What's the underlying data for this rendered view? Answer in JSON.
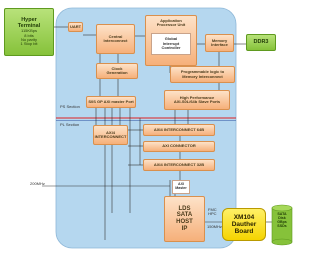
{
  "hyper_terminal": {
    "title": "Hyper\nTerminal",
    "details": "115KBps\n8 bits\nNo parity\n1 Stop bit"
  },
  "blocks": {
    "uart": "UART",
    "central_interconnect": "Central\nInterconnect",
    "application_processor": "Application\nProcessor Unit",
    "global_interrupt": "Global\nInterrupt\nController",
    "memory_interface": "Memory\nInterface",
    "ddr3": "DDR3",
    "clock_generation": "Clock\nGeneration",
    "prog_logic_mem": "Programmable logic to\nMemory Interconnect",
    "gp_master": "S0S GP AXI master Port",
    "high_perf": "High Performance\nAXI-S0L/64b Slave Ports",
    "axi4_interconnect_left": "AXI4\nINTERCONNECT",
    "axi4_interconnect_64": "AXI4 INTERCONNECT 64B",
    "axi_connector": "AXI CONNECTOR",
    "axi4_interconnect_32": "AXI4 INTERCONNECT 32B",
    "axi_master": "AXI\nMaster",
    "lds_sata": "LDS\nSATA\nHOST\nIP",
    "xm104": "XM104\nDauther\nBoard",
    "sata_disk": "SATA\nDisk\nGBps\nSSDs"
  },
  "labels": {
    "ps_section": "PS Section",
    "pl_section": "PL Section",
    "clock_freq": "200MHz",
    "fmc_hpc": "FMC\nHPC",
    "speed": "150MHz"
  },
  "colors": {
    "ps_background": "#b5d7ef",
    "block_orange": "#f6b07a",
    "block_green": "#86c23a",
    "block_yellow": "#f5d400",
    "divider_red": "#e02020",
    "divider_blue": "#2a4fa0",
    "connector": "#333333"
  }
}
